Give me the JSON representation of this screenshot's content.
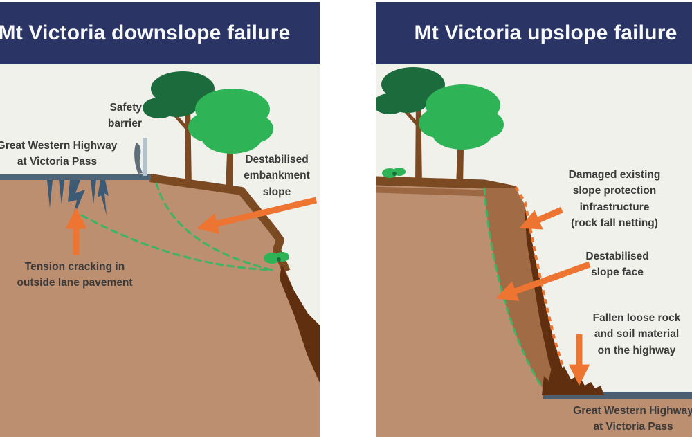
{
  "left_panel": {
    "title": "Mt Victoria downslope failure",
    "labels": {
      "safety_barrier": "Safety\nbarrier",
      "highway": "Great Western Highway\nat Victoria Pass",
      "destabilised_embankment": "Destabilised\nembankment\nslope",
      "tension_cracking": "Tension cracking in\noutside lane pavement"
    }
  },
  "right_panel": {
    "title": "Mt Victoria upslope failure",
    "labels": {
      "damaged_infrastructure": "Damaged existing\nslope protection\ninfrastructure\n(rock fall netting)",
      "destabilised_slope": "Destabilised\nslope face",
      "fallen_rock": "Fallen loose rock\nand soil material\non the highway",
      "highway": "Great Western Highway\nat Victoria Pass"
    }
  },
  "colors": {
    "header_bg": "#2a3565",
    "header_text": "#f8f9fb",
    "panel_bg": "#f1f1eb",
    "label_text": "#3b3b3b",
    "earth_tan": "#bc8f71",
    "earth_medium": "#a06b45",
    "earth_dark_band": "#7b4a23",
    "earth_darkest": "#5f2f10",
    "road_gray": "#4e6477",
    "crack_slate": "#3d5a75",
    "arrow_orange": "#ee7531",
    "dashed_green": "#3cb464",
    "foliage_dark": "#1c6b3d",
    "foliage_bright": "#2eb457",
    "barrier_gray": "#b6c2ca"
  }
}
